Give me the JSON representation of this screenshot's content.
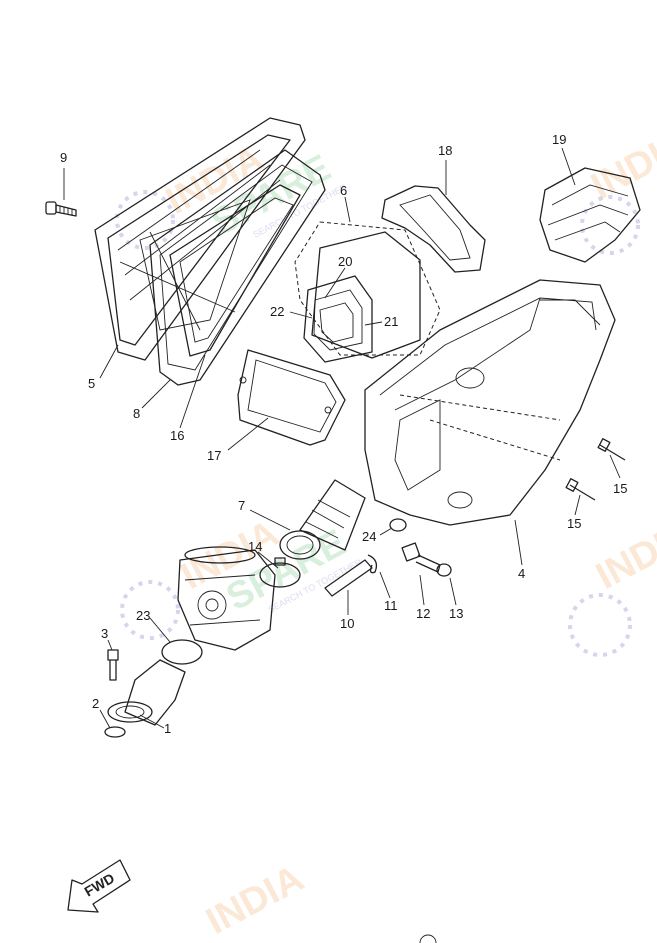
{
  "callouts": [
    {
      "id": "9",
      "text": "9"
    },
    {
      "id": "5",
      "text": "5"
    },
    {
      "id": "8",
      "text": "8"
    },
    {
      "id": "16",
      "text": "16"
    },
    {
      "id": "17",
      "text": "17"
    },
    {
      "id": "6",
      "text": "6"
    },
    {
      "id": "20",
      "text": "20"
    },
    {
      "id": "22",
      "text": "22"
    },
    {
      "id": "21",
      "text": "21"
    },
    {
      "id": "18",
      "text": "18"
    },
    {
      "id": "19",
      "text": "19"
    },
    {
      "id": "15a",
      "text": "15"
    },
    {
      "id": "15b",
      "text": "15"
    },
    {
      "id": "4",
      "text": "4"
    },
    {
      "id": "7",
      "text": "7"
    },
    {
      "id": "14",
      "text": "14"
    },
    {
      "id": "24",
      "text": "24"
    },
    {
      "id": "11",
      "text": "11"
    },
    {
      "id": "10",
      "text": "10"
    },
    {
      "id": "12",
      "text": "12"
    },
    {
      "id": "13",
      "text": "13"
    },
    {
      "id": "23",
      "text": "23"
    },
    {
      "id": "3",
      "text": "3"
    },
    {
      "id": "2",
      "text": "2"
    },
    {
      "id": "1",
      "text": "1"
    }
  ],
  "fwd_label": "FWD",
  "watermark": {
    "brand_text": "INDIA",
    "brand_text_2": "SPARE",
    "tagline": "SEARCH TO TOGETHER",
    "colors": {
      "orange": "#f39a4a",
      "green": "#58b86a",
      "purple": "#7a6fc4"
    }
  }
}
